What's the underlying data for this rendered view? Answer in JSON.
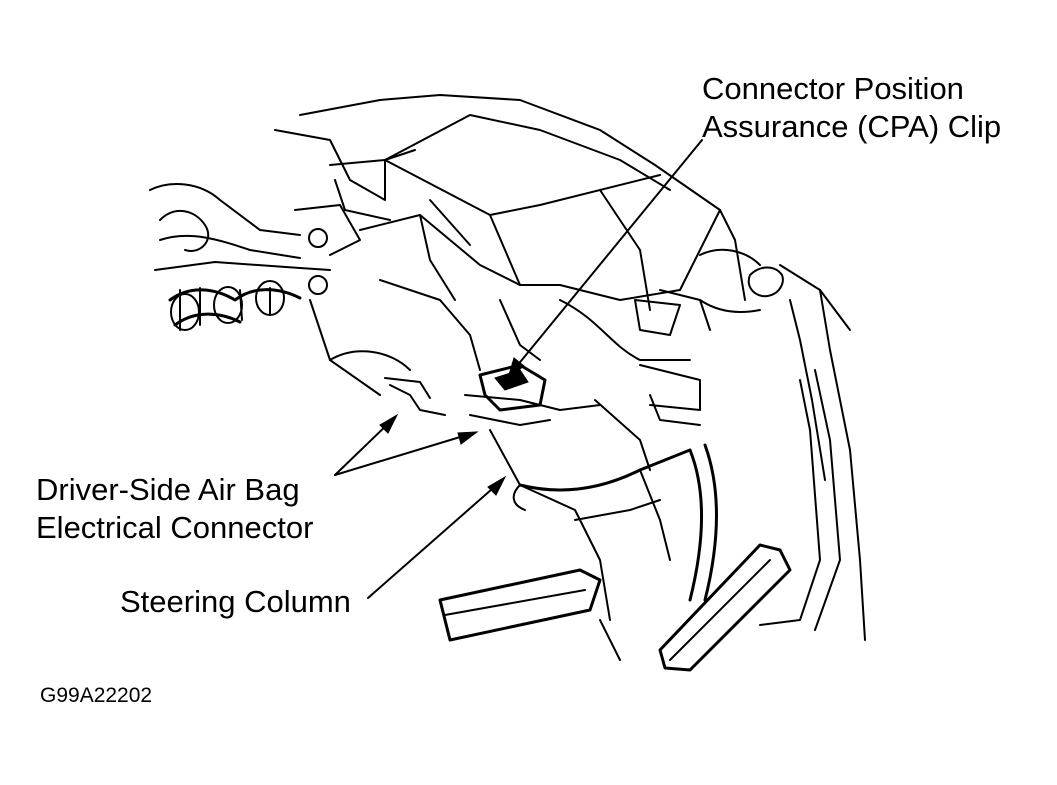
{
  "callouts": {
    "cpa_clip": [
      "Connector Position",
      "Assurance (CPA) Clip"
    ],
    "airbag_connector": [
      "Driver-Side Air Bag",
      "Electrical Connector"
    ],
    "steering_column": "Steering Column"
  },
  "figure_code": "G99A22202"
}
